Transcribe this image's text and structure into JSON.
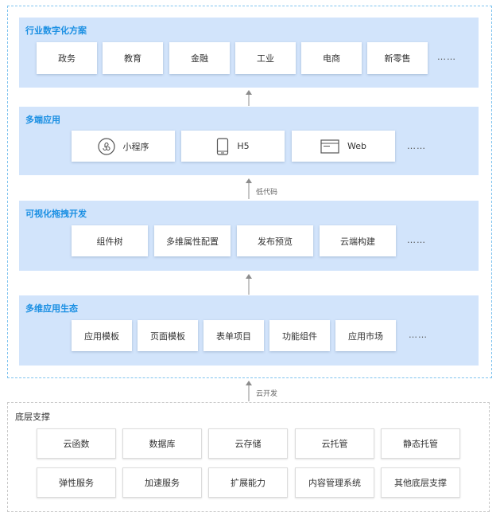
{
  "layers": {
    "industry": {
      "title": "行业数字化方案",
      "items": [
        "政务",
        "教育",
        "金融",
        "工业",
        "电商",
        "新零售"
      ],
      "more": "……"
    },
    "multi_end": {
      "title": "多端应用",
      "items": [
        {
          "label": "小程序",
          "icon": "mini-program-icon"
        },
        {
          "label": "H5",
          "icon": "mobile-phone-icon"
        },
        {
          "label": "Web",
          "icon": "browser-window-icon"
        }
      ],
      "more": "……"
    },
    "visual": {
      "title": "可视化拖拽开发",
      "items": [
        "组件树",
        "多维属性配置",
        "发布预览",
        "云端构建"
      ],
      "more": "……"
    },
    "ecosystem": {
      "title": "多维应用生态",
      "items": [
        "应用模板",
        "页面模板",
        "表单项目",
        "功能组件",
        "应用市场"
      ],
      "more": "……"
    }
  },
  "arrows": {
    "low_code_label": "低代码",
    "cloud_dev_label": "云开发"
  },
  "base": {
    "title": "底层支撑",
    "row1": [
      "云函数",
      "数据库",
      "云存储",
      "云托管",
      "静态托管"
    ],
    "row2": [
      "弹性服务",
      "加速服务",
      "扩展能力",
      "内容管理系统",
      "其他底层支撑"
    ]
  },
  "colors": {
    "panel_bg": "#d2e4fb",
    "title_blue": "#1a8fe3",
    "outer_dash": "#7fc3ef",
    "arrow_gray": "#8c8c8c"
  }
}
